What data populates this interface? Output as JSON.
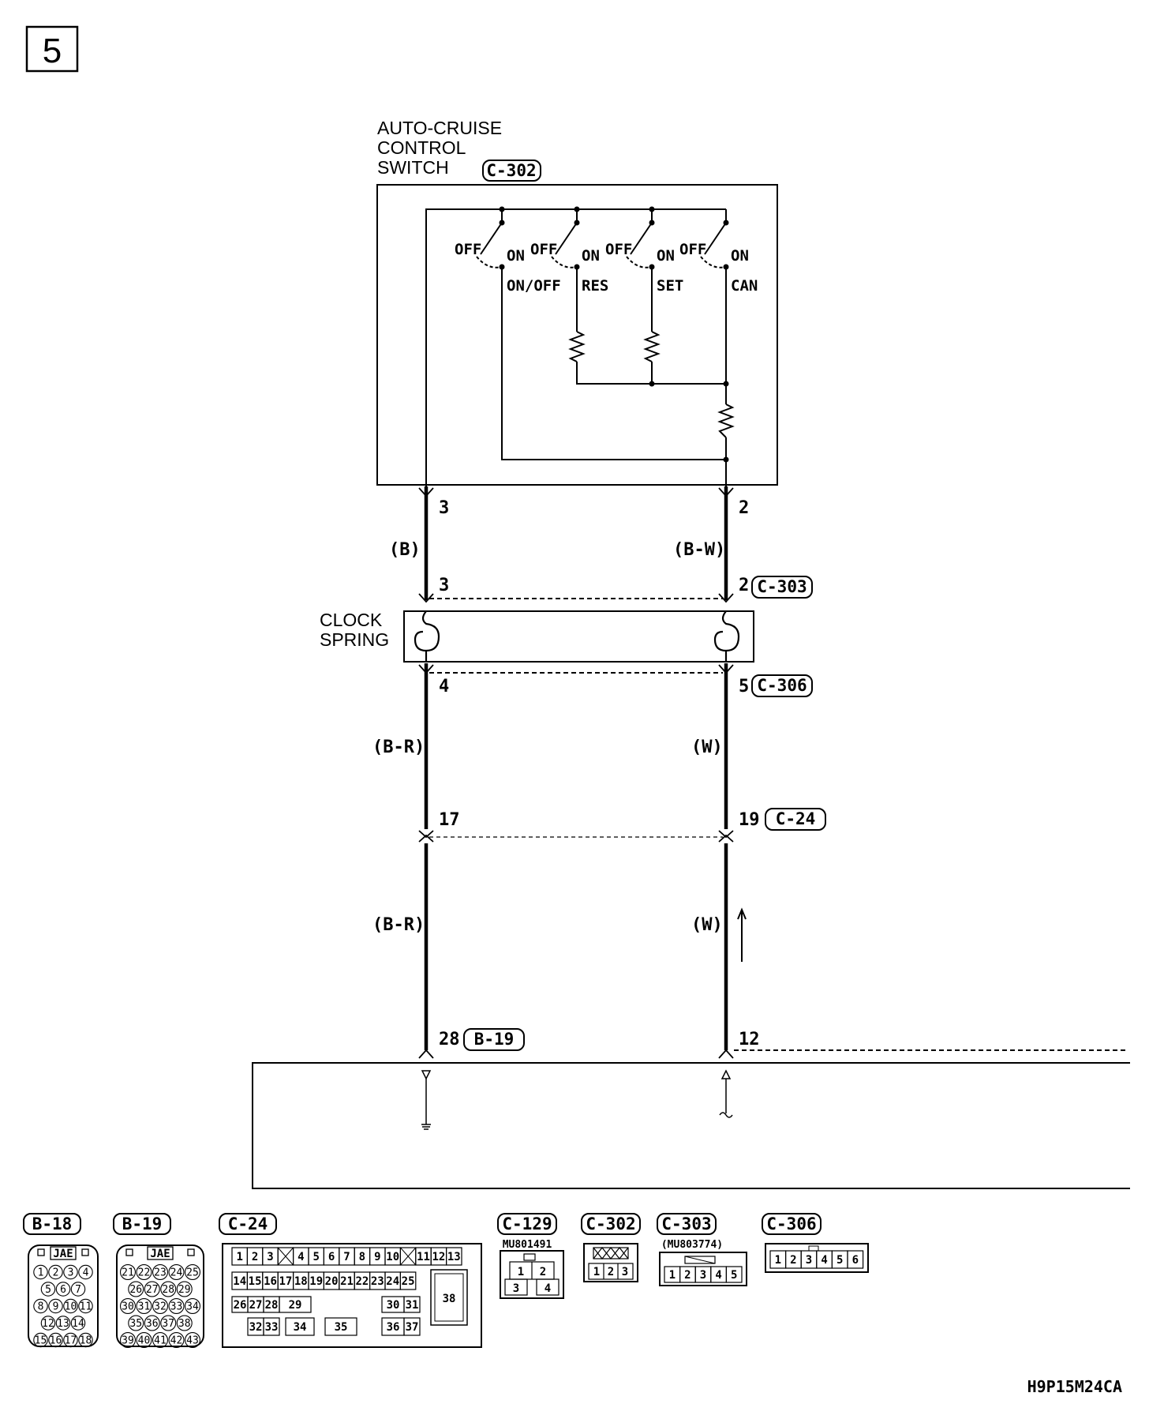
{
  "page_number": "5",
  "switch": {
    "title_lines": [
      "AUTO-CRUISE",
      "CONTROL",
      "SWITCH"
    ],
    "connector": "C-302",
    "positions": [
      {
        "off": "OFF",
        "on": "ON",
        "name": "ON/OFF"
      },
      {
        "off": "OFF",
        "on": "ON",
        "name": "RES"
      },
      {
        "off": "OFF",
        "on": "ON",
        "name": "SET"
      },
      {
        "off": "OFF",
        "on": "ON",
        "name": "CAN"
      }
    ]
  },
  "clock_spring": {
    "lines": [
      "CLOCK",
      "SPRING"
    ]
  },
  "wiring": {
    "left": {
      "pin_switch": "3",
      "color_upper": "(B)",
      "pin_c303": "3",
      "pin_c306": "4",
      "color_mid": "(B-R)",
      "pin_c24": "17",
      "color_lower": "(B-R)",
      "pin_b19": "28"
    },
    "right": {
      "pin_switch": "2",
      "color_upper": "(B-W)",
      "pin_c303": "2",
      "pin_c306": "5",
      "color_mid": "(W)",
      "pin_c24": "19",
      "color_lower": "(W)",
      "pin_bottom": "12"
    },
    "connectors": {
      "c303": "C-303",
      "c306": "C-306",
      "c24": "C-24",
      "b19": "B-19"
    }
  },
  "connector_views": {
    "tags": [
      "B-18",
      "B-19",
      "C-24",
      "C-129",
      "C-302",
      "C-303",
      "C-306"
    ],
    "maker": "JAE",
    "b18_rows": [
      [
        "1",
        "2",
        "3",
        "4"
      ],
      [
        "5",
        "6",
        "7"
      ],
      [
        "8",
        "9",
        "10",
        "11"
      ],
      [
        "12",
        "13",
        "14"
      ],
      [
        "15",
        "16",
        "17",
        "18"
      ]
    ],
    "b19_rows": [
      [
        "21",
        "22",
        "23",
        "24",
        "25"
      ],
      [
        "26",
        "27",
        "28",
        "29"
      ],
      [
        "30",
        "31",
        "32",
        "33",
        "34"
      ],
      [
        "35",
        "36",
        "37",
        "38"
      ],
      [
        "39",
        "40",
        "41",
        "42",
        "43"
      ]
    ],
    "c24_row1": [
      "1",
      "2",
      "3",
      "",
      "4",
      "5",
      "6",
      "7",
      "8",
      "9",
      "10",
      "",
      "11",
      "12",
      "13"
    ],
    "c24_row2": [
      "14",
      "15",
      "16",
      "17",
      "18",
      "19",
      "20",
      "21",
      "22",
      "23",
      "24",
      "25"
    ],
    "c24_row3": [
      "26",
      "27",
      "28",
      "29",
      "30",
      "31"
    ],
    "c24_row4": [
      "32",
      "33",
      "34",
      "35",
      "36",
      "37"
    ],
    "c24_big": "38",
    "c129_part": "MU801491",
    "c129_pins": [
      "1",
      "2",
      "3",
      "4"
    ],
    "c302_pins": [
      "1",
      "2",
      "3"
    ],
    "c303_part": "(MU803774)",
    "c303_pins": [
      "1",
      "2",
      "3",
      "4",
      "5"
    ],
    "c306_pins": [
      "1",
      "2",
      "3",
      "4",
      "5",
      "6"
    ]
  },
  "figure_code": "H9P15M24CA"
}
